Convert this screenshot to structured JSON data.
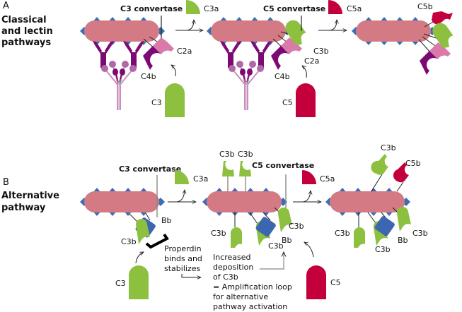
{
  "colors": {
    "membrane": "#d37a85",
    "diamond": "#3b6eb5",
    "c3": "#8dc03f",
    "c5": "#c4003c",
    "c4b": "#7b0a74",
    "c2a": "#d97aa9",
    "bb": "#3c66b0",
    "antibody": "#7b0a74",
    "mbl_head": "#b068a8"
  },
  "panel_a": {
    "letter": "A",
    "title_lines": [
      "Classical",
      "and lectin",
      "pathways"
    ],
    "c3_convertase": "C3 convertase",
    "c5_convertase": "C5 convertase",
    "labels": {
      "c3a": "C3a",
      "c2a_1": "C2a",
      "c4b_1": "C4b",
      "c3": "C3",
      "c5a": "C5a",
      "c3b": "C3b",
      "c2a_2": "C2a",
      "c4b_2": "C4b",
      "c5": "C5",
      "c5b": "C5b"
    }
  },
  "panel_b": {
    "letter": "B",
    "title_lines": [
      "Alternative",
      "pathway"
    ],
    "c3_convertase": "C3 convertase",
    "c5_convertase": "C5 convertase",
    "labels": {
      "c3a": "C3a",
      "bb_1": "Bb",
      "c3b_1": "C3b",
      "c3": "C3",
      "properdin": [
        "Properdin",
        "binds and",
        "stabilizes"
      ],
      "c3b_top1": "C3b",
      "c3b_top2": "C3b",
      "c5a": "C5a",
      "c3b_left": "C3b",
      "c3b_mid": "C3b",
      "bb_2": "Bb",
      "c3b_right": "C3b",
      "c5": "C5",
      "amplification": [
        "Increased",
        "deposition",
        "of C3b",
        "= Amplification loop",
        "for alternative",
        "pathway activation"
      ],
      "c3b_r_top": "C3b",
      "c5b": "C5b",
      "c3b_r_left": "C3b",
      "c3b_r_mid": "C3b",
      "bb_3": "Bb",
      "c3b_r_right": "C3b"
    }
  }
}
